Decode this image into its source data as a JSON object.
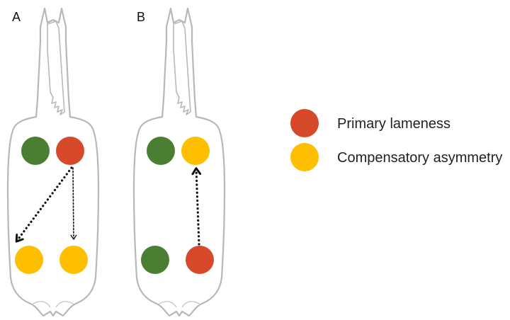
{
  "panels": [
    {
      "label": "A",
      "hooves": {
        "front_left": "sound",
        "front_right": "primary",
        "hind_left": "compensatory",
        "hind_right": "compensatory"
      },
      "arrows": [
        {
          "from": "front_right",
          "to": "hind_left",
          "style": "bold-dotted"
        },
        {
          "from": "front_right",
          "to": "hind_right",
          "style": "thin-dotted"
        }
      ]
    },
    {
      "label": "B",
      "hooves": {
        "front_left": "sound",
        "front_right": "compensatory",
        "hind_left": "sound",
        "hind_right": "primary"
      },
      "arrows": [
        {
          "from": "hind_right",
          "to": "front_right",
          "style": "bold-dotted"
        }
      ]
    }
  ],
  "legend": [
    {
      "key": "primary",
      "label": "Primary lameness"
    },
    {
      "key": "compensatory",
      "label": "Compensatory asymmetry"
    }
  ],
  "colors": {
    "sound": "#4a7f33",
    "primary": "#d64a2b",
    "compensatory": "#fdbf00",
    "outline": "#b8b8b8",
    "arrow": "#111111"
  }
}
